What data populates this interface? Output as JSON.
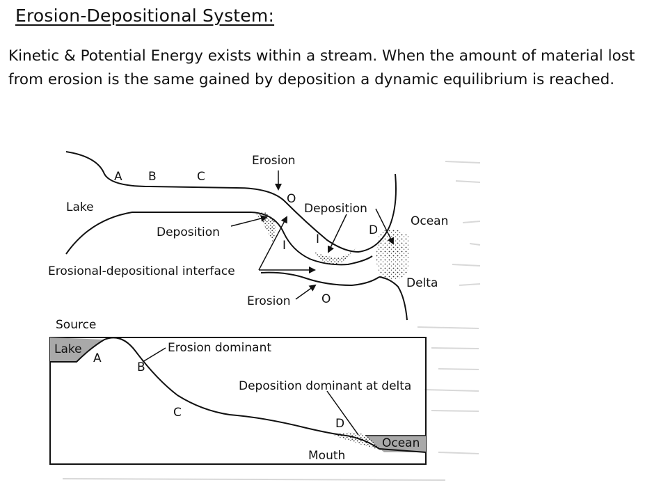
{
  "title": "Erosion-Depositional System:",
  "intro": "Kinetic & Potential Energy exists within a stream.  When the amount of material lost from erosion is the same gained by deposition a dynamic equilibrium is reached.",
  "top_map": {
    "points": [
      "A",
      "B",
      "C"
    ],
    "lake": "Lake",
    "ocean": "Ocean",
    "delta": "Delta",
    "erosion_top": "Erosion",
    "erosion_bottom": "Erosion",
    "deposition_left": "Deposition",
    "deposition_right": "Deposition",
    "interface": "Erosional-depositional interface",
    "outer_top": "O",
    "outer_bottom": "O",
    "inner_left": "I",
    "inner_right": "I",
    "delta_point": "D"
  },
  "profile": {
    "source": "Source",
    "lake": "Lake",
    "a": "A",
    "b": "B",
    "c": "C",
    "d": "D",
    "erosion_dominant": "Erosion dominant",
    "deposition_dominant": "Deposition dominant at delta",
    "ocean": "Ocean",
    "mouth": "Mouth"
  }
}
